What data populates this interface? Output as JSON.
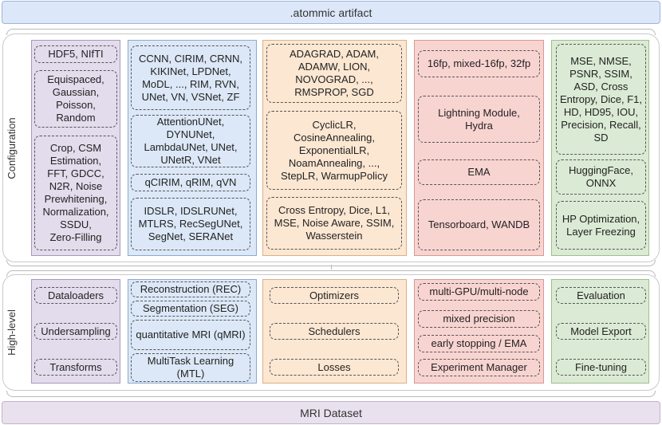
{
  "top_bar": ".atommic artifact",
  "bottom_bar": "MRI Dataset",
  "sections": {
    "configuration": "Configuration",
    "high_level": "High-level"
  },
  "config": {
    "data": [
      "HDF5, NIfTI",
      "Equispaced,\nGaussian,\nPoisson,\nRandom",
      "Crop, CSM\nEstimation,\nFFT, GDCC,\nN2R, Noise\nPrewhitening,\nNormalization,\nSSDU,\nZero-Filling"
    ],
    "models": [
      "CCNN, CIRIM, CRNN,\nKIKINet, LPDNet,\nMoDL, ..., RIM, RVN,\nUNet, VN, VSNet, ZF",
      "AttentionUNet,\nDYNUNet,\nLambdaUNet, UNet,\nUNetR, VNet",
      "qCIRIM, qRIM, qVN",
      "IDSLR, IDSLRUNet,\nMTLRS, RecSegUNet,\nSegNet, SERANet"
    ],
    "training": [
      "ADAGRAD, ADAM,\nADAMW, LION,\nNOVOGRAD, ...,\nRMSPROP, SGD",
      "CyclicLR,\nCosineAnnealing,\nExponentialLR,\nNoamAnnealing, ...,\nStepLR, WarmupPolicy",
      "Cross Entropy, Dice, L1,\nMSE, Noise Aware, SSIM,\nWasserstein"
    ],
    "engine": [
      "16fp, mixed-16fp, 32fp",
      "Lightning Module,\nHydra",
      "EMA",
      "Tensorboard, WANDB"
    ],
    "evaluation": [
      "MSE, NMSE,\nPSNR, SSIM,\nASD, Cross\nEntropy, Dice, F1,\nHD, HD95, IOU,\nPrecision, Recall,\nSD",
      "HuggingFace,\nONNX",
      "HP Optimization,\nLayer Freezing"
    ]
  },
  "high": {
    "data": [
      "Dataloaders",
      "Undersampling",
      "Transforms"
    ],
    "models": [
      "Reconstruction (REC)",
      "Segmentation (SEG)",
      "quantitative MRI (qMRI)",
      "MultiTask Learning\n(MTL)"
    ],
    "training": [
      "Optimizers",
      "Schedulers",
      "Losses"
    ],
    "engine": [
      "multi-GPU/multi-node",
      "mixed precision",
      "early stopping / EMA",
      "Experiment Manager"
    ],
    "evaluation": [
      "Evaluation",
      "Model Export",
      "Fine-tuning"
    ]
  }
}
